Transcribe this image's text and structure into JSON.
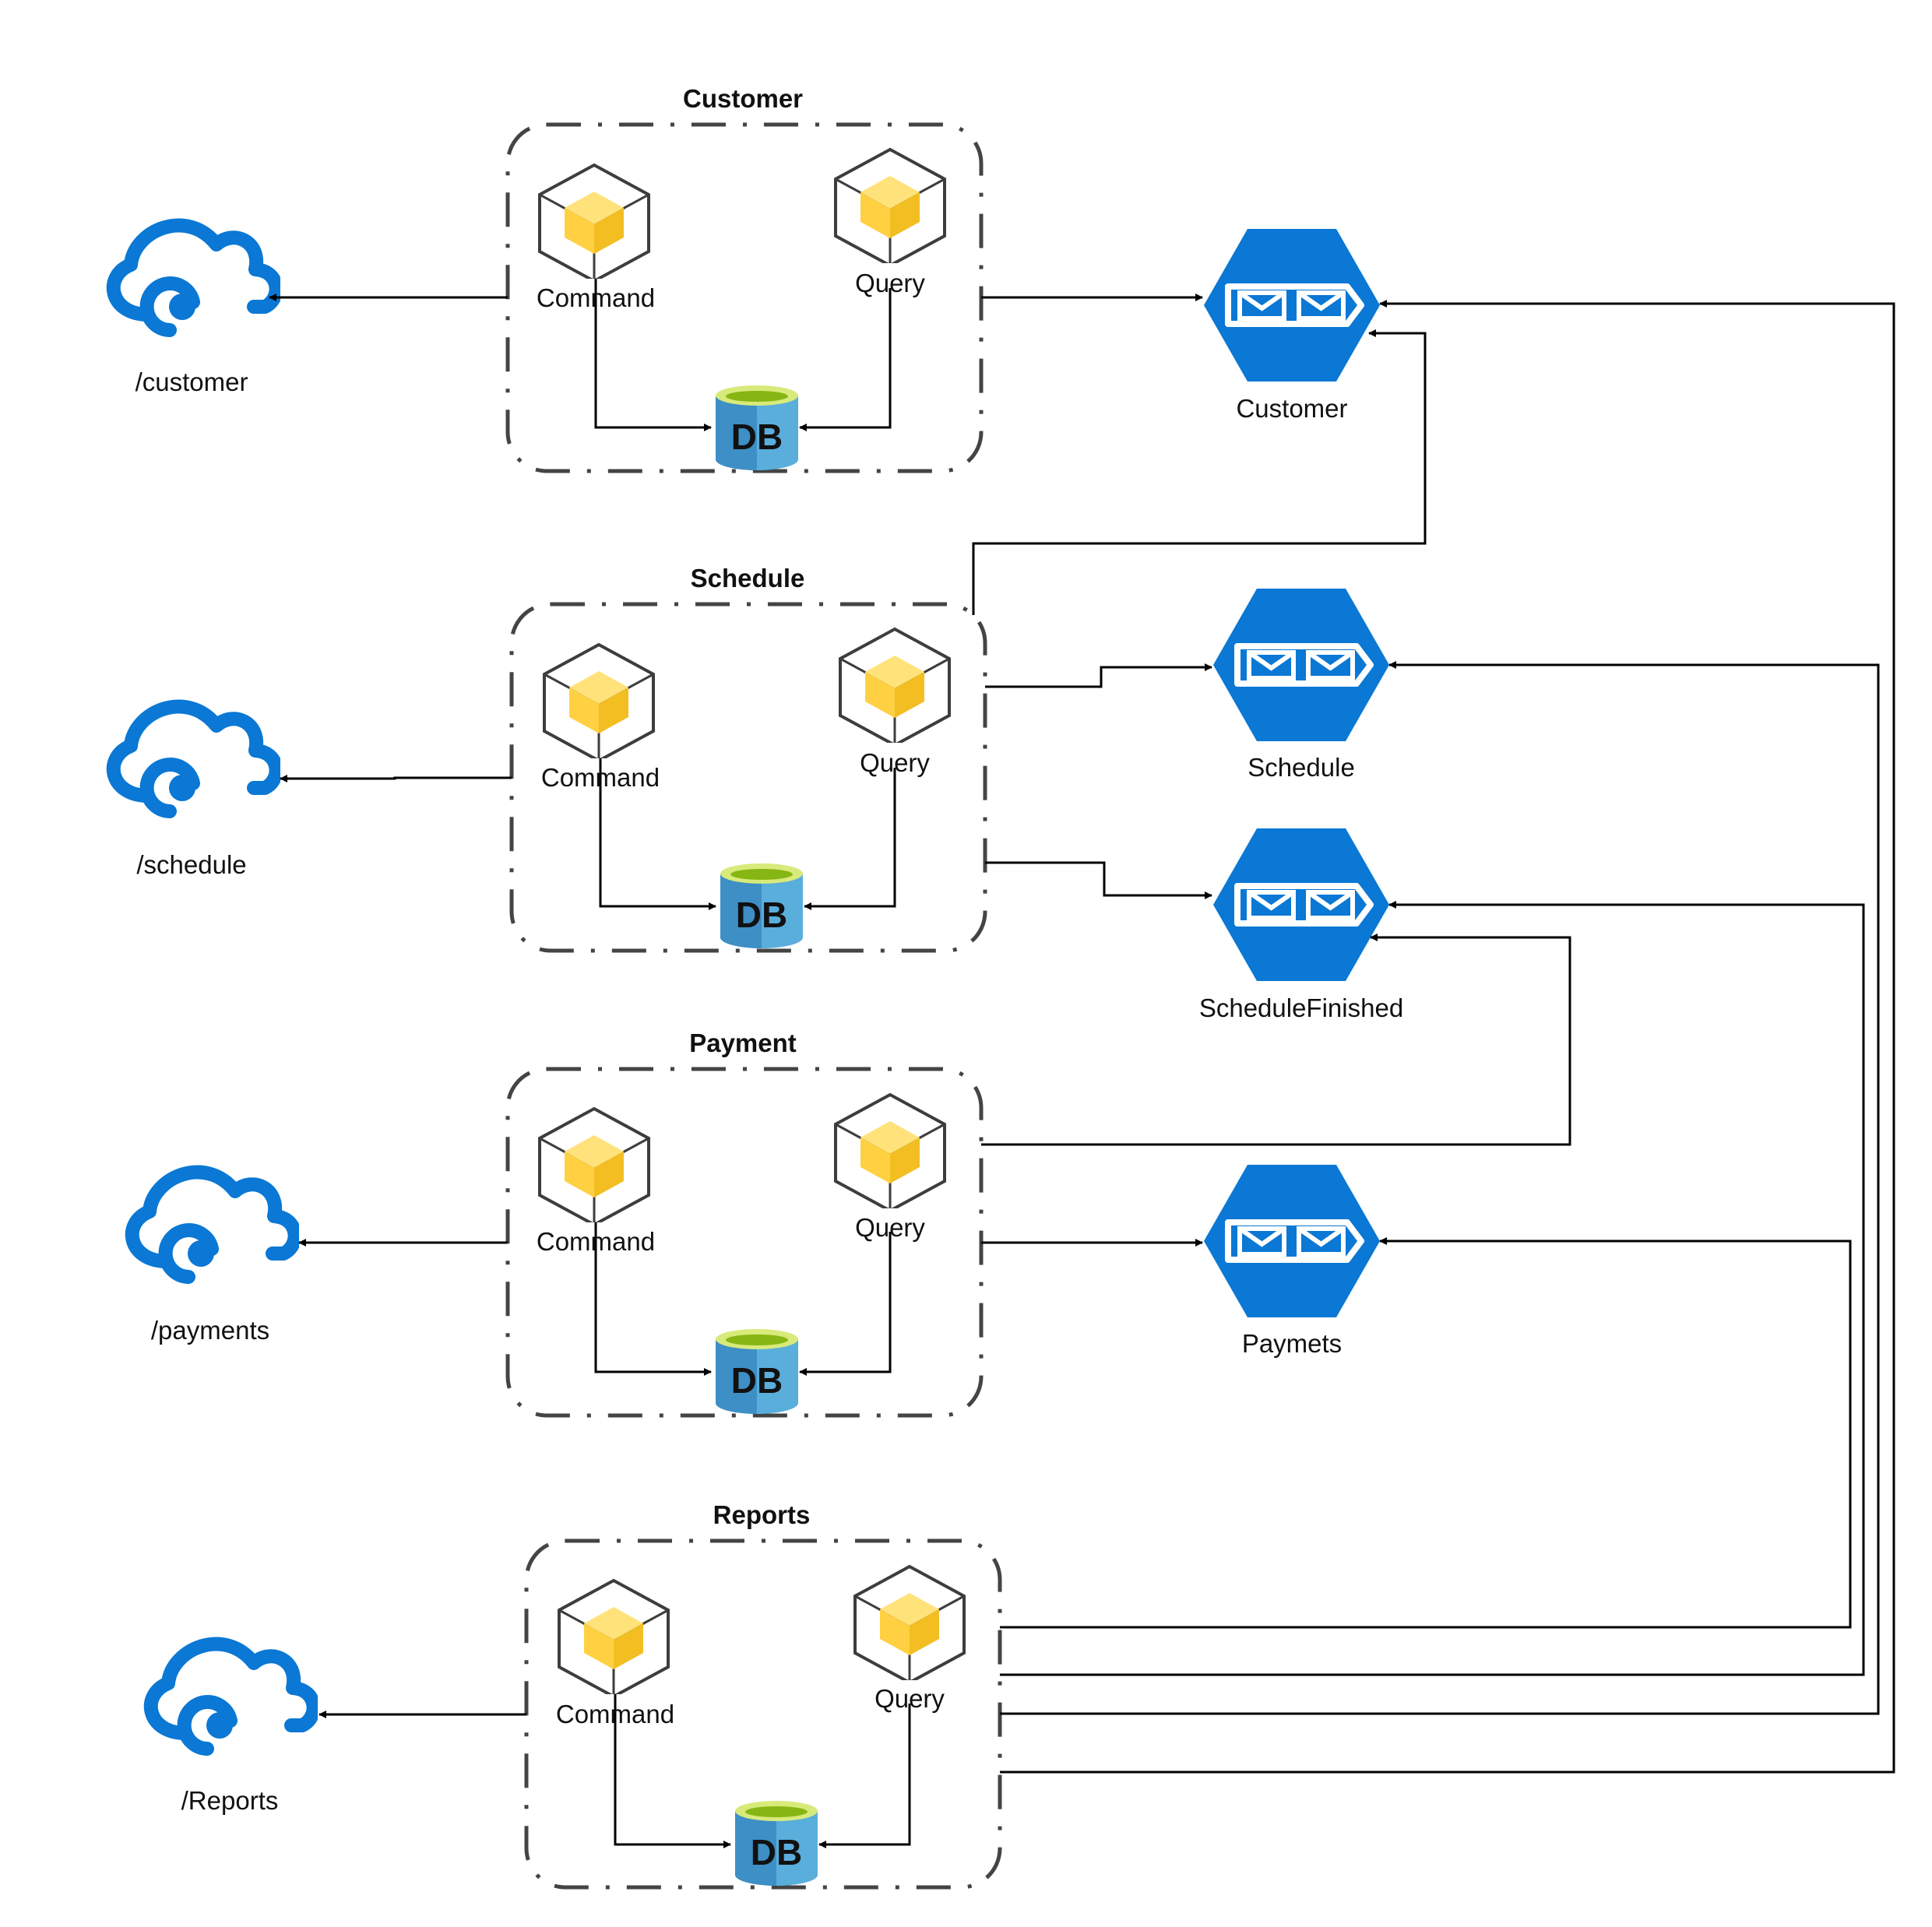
{
  "groups": [
    {
      "title": "Customer",
      "command_label": "Command",
      "query_label": "Query",
      "db_label": "DB",
      "endpoint_label": "/customer"
    },
    {
      "title": "Schedule",
      "command_label": "Command",
      "query_label": "Query",
      "db_label": "DB",
      "endpoint_label": "/schedule"
    },
    {
      "title": "Payment",
      "command_label": "Command",
      "query_label": "Query",
      "db_label": "DB",
      "endpoint_label": "/payments"
    },
    {
      "title": "Reports",
      "command_label": "Command",
      "query_label": "Query",
      "db_label": "DB",
      "endpoint_label": "/Reports"
    }
  ],
  "queues": [
    {
      "label": "Customer"
    },
    {
      "label": "Schedule"
    },
    {
      "label": "ScheduleFinished"
    },
    {
      "label": "Paymets"
    }
  ],
  "colors": {
    "azure_blue": "#0a78d4",
    "cube_yellow": "#ffd142",
    "db_blue": "#3a9bd1",
    "db_top_green": "#94c11f",
    "boundary_gray": "#444444",
    "edge_black": "#000000"
  },
  "icons": {
    "endpoint": "cloud-service-icon",
    "service": "cube-service-icon",
    "database": "sql-database-icon",
    "queue": "service-bus-queue-icon"
  }
}
